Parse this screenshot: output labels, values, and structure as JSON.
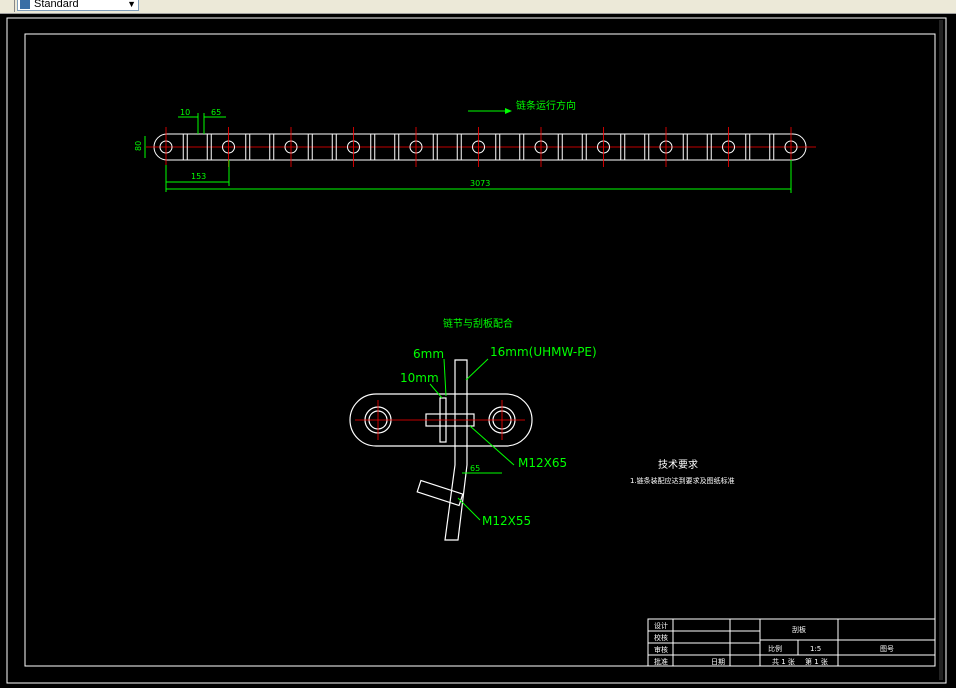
{
  "toolbar": {
    "style_combo_value": "Standard"
  },
  "drawing": {
    "chain_direction_label": "链条运行方向",
    "dims_top": {
      "d10": "10",
      "d65": "65",
      "d80": "80",
      "d153": "153",
      "d3073": "3073"
    },
    "assembly_title": "链节与刮板配合",
    "assembly_labels": {
      "l6mm": "6mm",
      "l16mm": "16mm(UHMW-PE)",
      "l10mm": "10mm",
      "m12x65": "M12X65",
      "d65": "65",
      "m12x55": "M12X55"
    },
    "tech_title": "技术要求",
    "tech_note": "1.链条装配应达到要求及图纸标准",
    "title_block": {
      "r1": "设计",
      "r2": "校核",
      "r3": "审核",
      "r4": "批准",
      "sign": "日期",
      "name": "刮板",
      "scale_label": "比例",
      "scale_value": "1:5",
      "code": "图号",
      "sheets_total": "共 1 张",
      "sheet_no": "第 1 张"
    }
  },
  "colors": {
    "border": "#ffffff",
    "dimension": "#00ff00",
    "centerline": "#ff0000",
    "geometry": "#ffffff",
    "annotation": "#00ff00"
  }
}
